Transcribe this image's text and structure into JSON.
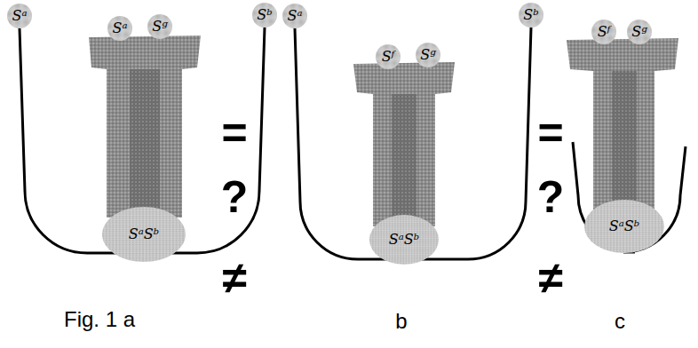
{
  "diagram": {
    "nodes": [
      {
        "text": [
          "Sᵃ"
        ]
      },
      {
        "text": [
          "Sᵃ"
        ]
      },
      {
        "text": [
          "Sᵍ"
        ]
      },
      {
        "text": [
          "Sᵇ"
        ]
      },
      {
        "text": [
          "SᵃSᵇ"
        ]
      },
      {
        "text": [
          "Sᵃ"
        ]
      },
      {
        "text": [
          "Sᶠ"
        ]
      },
      {
        "text": [
          "Sᵍ"
        ]
      },
      {
        "text": [
          "Sᵇ"
        ]
      },
      {
        "text": [
          "SᵃSᵇ"
        ]
      },
      {
        "text": [
          "Sᶠ"
        ]
      },
      {
        "text": [
          "Sᵍ"
        ]
      },
      {
        "text": [
          "SᵃSᵇ"
        ]
      }
    ],
    "edges": [
      {
        "from": 0,
        "to": 3,
        "arrow": "none"
      },
      {
        "from": 5,
        "to": 8,
        "arrow": "none"
      }
    ],
    "labels": [
      "=",
      "?",
      "≠",
      "=",
      "?",
      "≠",
      "Fig. 1 a",
      "b",
      "c"
    ]
  }
}
